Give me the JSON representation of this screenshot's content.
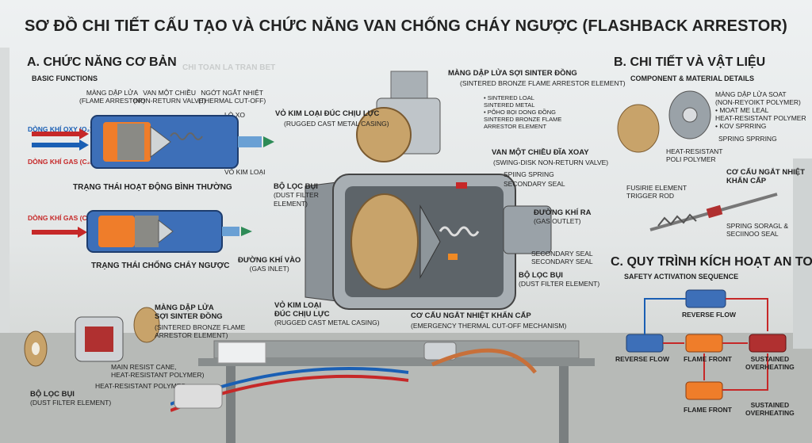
{
  "title": "SƠ ĐỒ CHI TIẾT CẤU TẠO VÀ CHỨC NĂNG VAN CHỐNG CHÁY NGƯỢC (FLASHBACK ARRESTOR)",
  "section_a": {
    "heading": "A. CHỨC NĂNG CƠ BẢN",
    "subheading": "BASIC FUNCTIONS",
    "bg_text": "CHI TOAN LA TRAN BET",
    "flame_arrestor_vi": "MÀNG DẬP LỬA",
    "flame_arrestor_en": "(FLAME ARRESTOR)",
    "non_return_vi": "VAN MỘT CHIỀU",
    "non_return_en": "(NON-RETURN VALVE)",
    "thermal_vi": "NGỚT NGẮT NHIỆT",
    "thermal_en": "(THERMAL CUT-OFF)",
    "spring": "LÒ XO",
    "oxy_flow": "DÒNG KHÍ OXY (O₂)",
    "gas_flow": "DÒNG KHÍ GAS (C₂H₂)",
    "metal_shell": "VỎ KIM LOẠI",
    "normal_state": "TRẠNG THÁI HOẠT ĐỘNG BÌNH THƯỜNG",
    "gas_flow_2": "DÒNG KHÍ GAS (C₂H₂)",
    "flashback_state": "TRẠNG THÁI CHỐNG CHÁY NGƯỢC",
    "gas_inlet_vi": "ĐƯỜNG KHÍ VÀO",
    "gas_inlet_en": "(GAS INLET)",
    "sinter_vi_1": "MÀNG DẬP LỬA",
    "sinter_vi_2": "SỢI SINTER ĐỒNG",
    "sinter_en_1": "(SINTERED BRONZE FLAME",
    "sinter_en_2": "ARRESTOR ELEMENT)",
    "polymer_1": "MAIN RESIST CANE,",
    "polymer_2": "HEAT-RESISTANT POLYMER)",
    "polymer_3": "HEAT-RESISTANT POLYMER",
    "dust_filter_vi": "BỘ LỌC BỤI",
    "dust_filter_en": "(DUST FILTER ELEMENT)"
  },
  "center": {
    "sinter_vi": "MÀNG DẬP LỬA SỢI SINTER ĐỒNG",
    "sinter_en": "(SINTERED BRONZE FLAME ARRESTOR ELEMENT)",
    "sinter_note_1": "• SINTERED LOAL",
    "sinter_note_2": "SINTERED METAL",
    "sinter_note_3": "• PÔHO BỌI DONG ĐỒNG",
    "sinter_note_4": "SINTERED BRONZE FLAME",
    "sinter_note_5": "ARRESTOR ELEMENT",
    "casing_vi": "VỎ KIM LOẠI ĐÚC CHỊU LỰC",
    "casing_en": "(RUGGED CAST METAL CASING)",
    "valve_vi": "VAN MỘT CHIỀU ĐĨA XOAY",
    "valve_en": "(SWING-DISK NON-RETURN VALVE)",
    "spring": "SPIING SPRING",
    "secondary_seal": "SECONDARY SEAL",
    "filter_vi_1": "BỘ LỌC BỤI",
    "filter_en_1": "(DUST FILTER",
    "filter_en_2": "ELEMENT)",
    "outlet_vi": "ĐƯỜNG KHÍ RA",
    "outlet_en": "(GAS OUTLET)",
    "sec_seal_1": "SECONDARY SEAL",
    "sec_seal_2": "SECONDARY SEAL",
    "filter_vi_2": "BỘ LỌC BỤI",
    "filter_en_3": "(DUST FILTER ELEMENT)",
    "casing2_vi_1": "VỎ KIM LOẠI",
    "casing2_vi_2": "ĐÚC CHỊU LỰC",
    "casing2_en": "(RUGGED CAST METAL CASING)",
    "thermal_vi": "CƠ CẤU NGẮT NHIỆT KHẨN CẤP",
    "thermal_en": "(EMERGENCY THERMAL CUT-OFF MECHANISM)"
  },
  "section_b": {
    "heading": "B. CHI TIẾT VÀ VẬT LIỆU",
    "subheading": "COMPONENT & MATERIAL DETAILS",
    "soat_1": "MÀNG DẬP LỬA SOAT",
    "soat_2": "(NON-REYOIKT POLYMER)",
    "soat_3": "• MOAT ME LEAL",
    "soat_4": "HEAT-RESISTANT POLYMER",
    "soat_5": "• KOV SPRRING",
    "spring": "SPRING SPRRING",
    "poly_1": "HEAT-RESISTANT",
    "poly_2": "POLI POLYMER",
    "thermal_vi_1": "CƠ CẤU NGẮT NHIỆT",
    "thermal_vi_2": "KHẨN CẤP",
    "fusible_1": "FUSIRIE ELEMENT",
    "fusible_2": "TRIGGER ROD",
    "spring_seal_1": "SPRING SORAGL &",
    "spring_seal_2": "SECIINOO SEAL"
  },
  "section_c": {
    "heading": "C. QUY TRÌNH KÍCH HOẠT AN TOÀN",
    "subheading": "SAFETY ACTIVATION SEQUENCE",
    "reverse_flow_top": "REVERSE FLOW",
    "reverse_flow_left": "REVERSE FLOW",
    "flame_front_mid": "FLAME FRONT",
    "sustained_1": "SUSTAINED",
    "sustained_2": "OVERHEATING",
    "flame_front_bottom": "FLAME FRONT",
    "sustained_b_1": "SUSTAINED",
    "sustained_b_2": "OVERHEATING"
  },
  "colors": {
    "red": "#c62828",
    "blue": "#1a5fb4",
    "bronze": "#c8a36a",
    "steel": "#9aa2a8",
    "orange": "#f08a24"
  }
}
